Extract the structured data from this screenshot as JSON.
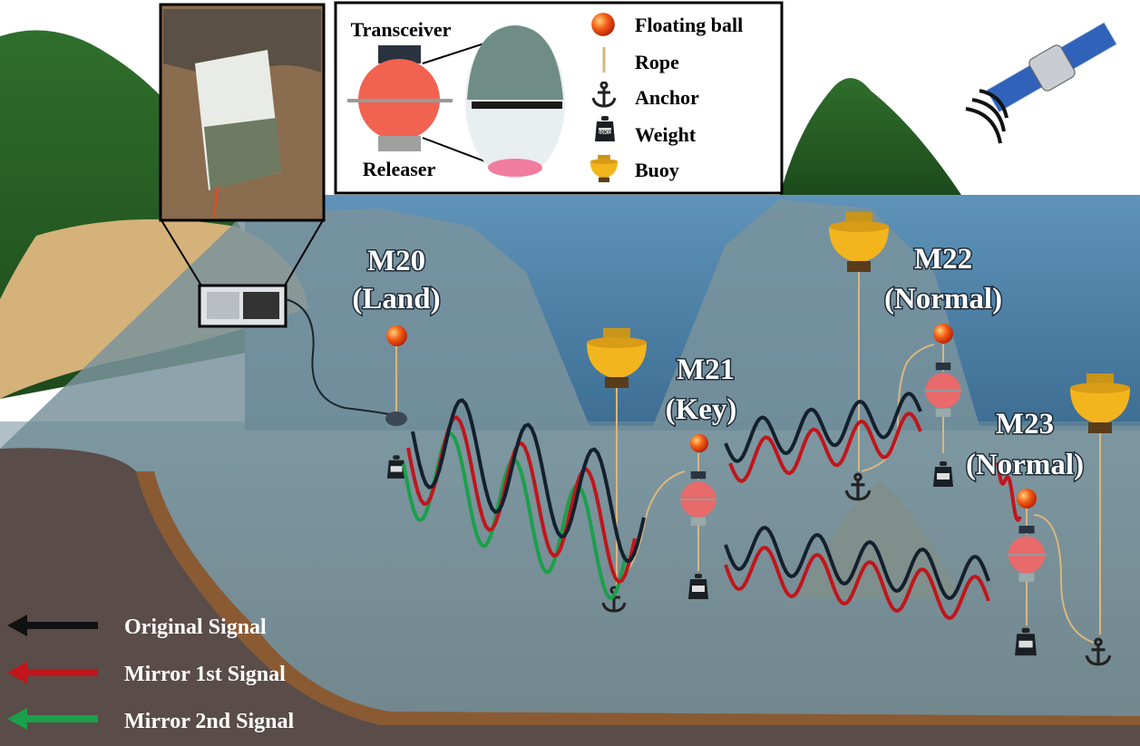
{
  "legend_box": {
    "transceiver_label": "Transceiver",
    "releaser_label": "Releaser",
    "items": [
      {
        "icon": "floating-ball-icon",
        "label": "Floating ball"
      },
      {
        "icon": "rope-icon",
        "label": "Rope"
      },
      {
        "icon": "anchor-icon",
        "label": "Anchor"
      },
      {
        "icon": "weight-icon",
        "label": "Weight"
      },
      {
        "icon": "buoy-icon",
        "label": "Buoy"
      }
    ],
    "weight_text": "50KG"
  },
  "nodes": [
    {
      "id": "M20",
      "line1": "M20",
      "line2": "(Land)"
    },
    {
      "id": "M21",
      "line1": "M21",
      "line2": "(Key)"
    },
    {
      "id": "M22",
      "line1": "M22",
      "line2": "(Normal)"
    },
    {
      "id": "M23",
      "line1": "M23",
      "line2": "(Normal)"
    }
  ],
  "signal_legend": [
    {
      "label": "Original Signal",
      "color": "#111111"
    },
    {
      "label": "Mirror 1st Signal",
      "color": "#c0161c"
    },
    {
      "label": "Mirror 2nd Signal",
      "color": "#1aa04a"
    }
  ],
  "colors": {
    "original": "#14202e",
    "mirror1": "#c0161c",
    "mirror2": "#1aa04a",
    "sea": "#4d7fa6",
    "seabed": "#5a4c48"
  }
}
